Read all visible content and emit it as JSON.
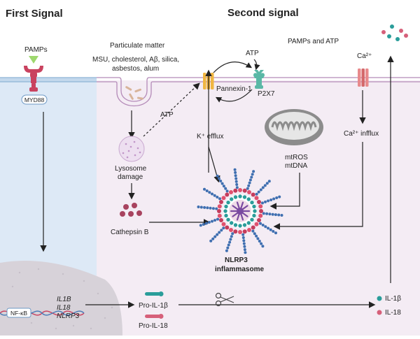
{
  "headings": {
    "first": "First Signal",
    "second": "Second signal"
  },
  "first_signal": {
    "pamps": "PAMPs",
    "myd88": "MYD88"
  },
  "particulate": {
    "title": "Particulate matter",
    "examples_line1": "MSU, cholesterol, Aβ, silica,",
    "examples_line2": "asbestos, alum"
  },
  "atp_channel": {
    "atp_top": "ATP",
    "pannexin": "Pannexin-1",
    "p2x7": "P2X7",
    "atp_dashed": "ATP",
    "k_efflux": "K⁺ efflux"
  },
  "lysosome": {
    "line1": "Lysosome",
    "line2": "damage",
    "cathepsin": "Cathepsin B"
  },
  "mito": {
    "line1": "mtROS",
    "line2": "mtDNA"
  },
  "calcium": {
    "title": "PAMPs and ATP",
    "ca": "Ca²⁺",
    "influx": "Ca²⁺ infflux"
  },
  "inflammasome": {
    "line1": "NLRP3",
    "line2": "inflammasome"
  },
  "nucleus": {
    "nfkb": "NF-κB",
    "genes": [
      "IL1B",
      "IL18",
      "NLRP3"
    ]
  },
  "products": {
    "pro_il1b": "Pro-IL-1β",
    "pro_il18": "Pro-IL-18"
  },
  "legend": {
    "il1b": "IL-1β",
    "il18": "IL-18"
  },
  "colors": {
    "first_bg": "#dde9f6",
    "second_bg": "#f4ecf4",
    "membrane": "#b48ab8",
    "first_membrane": "#8fb5d6",
    "receptor": "#c9425f",
    "pamp": "#9ed86e",
    "channel": "#f0b642",
    "p2x7": "#5ab8a6",
    "ca_channel": "#e88a8c",
    "cathepsin": "#a8435f",
    "il1b": "#2a9d9a",
    "il18": "#d6607a"
  }
}
